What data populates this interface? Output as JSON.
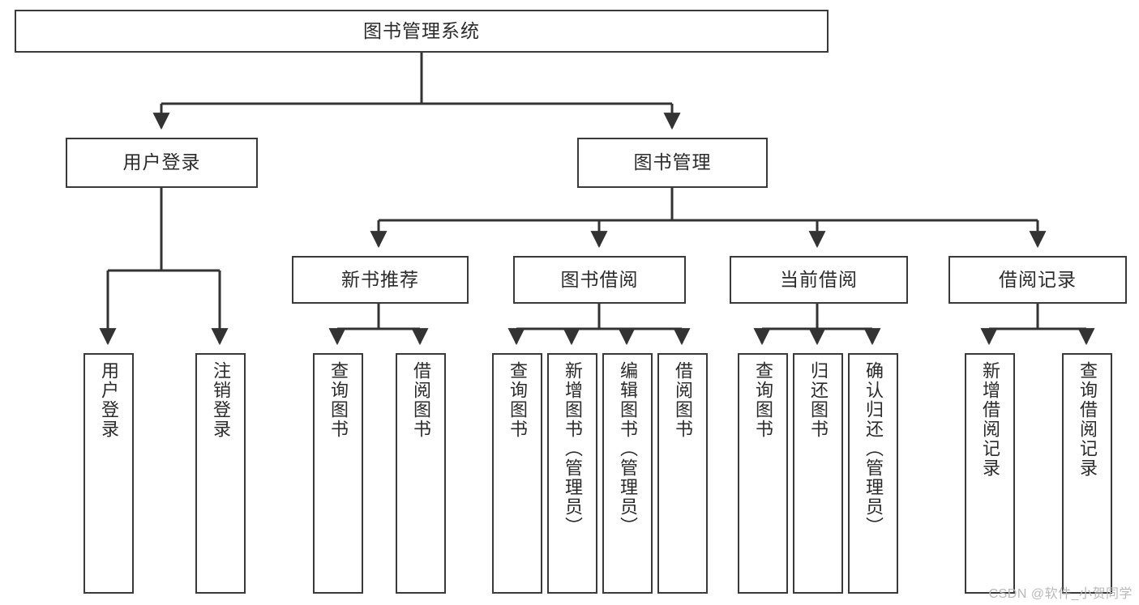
{
  "diagram": {
    "title": "图书管理系统",
    "watermark": "CSDN @软件_小贺同学",
    "colors": {
      "box_stroke": "#3a3a3a",
      "edge_stroke": "#333333",
      "text": "#2b2b2b",
      "background": "#ffffff",
      "watermark": "#b9b9b9"
    },
    "nodes": {
      "root": {
        "label": "图书管理系统"
      },
      "level2": [
        {
          "id": "user-login",
          "label": "用户登录"
        },
        {
          "id": "book-manage",
          "label": "图书管理"
        }
      ],
      "level3": [
        {
          "id": "new-book-recommend",
          "label": "新书推荐"
        },
        {
          "id": "book-borrow",
          "label": "图书借阅"
        },
        {
          "id": "current-borrow",
          "label": "当前借阅"
        },
        {
          "id": "borrow-record",
          "label": "借阅记录"
        }
      ],
      "leaves": [
        {
          "id": "user-login-leaf",
          "label": "用户登录"
        },
        {
          "id": "logout-leaf",
          "label": "注销登录"
        },
        {
          "id": "query-book-1",
          "label": "查询图书"
        },
        {
          "id": "borrow-book-1",
          "label": "借阅图书"
        },
        {
          "id": "query-book-2",
          "label": "查询图书"
        },
        {
          "id": "add-book-admin",
          "label": "新增图书（管理员）"
        },
        {
          "id": "edit-book-admin",
          "label": "编辑图书（管理员）"
        },
        {
          "id": "borrow-book-2",
          "label": "借阅图书"
        },
        {
          "id": "query-book-3",
          "label": "查询图书"
        },
        {
          "id": "return-book",
          "label": "归还图书"
        },
        {
          "id": "confirm-return-admin",
          "label": "确认归还（管理员）"
        },
        {
          "id": "add-borrow-record",
          "label": "新增借阅记录"
        },
        {
          "id": "query-borrow-record",
          "label": "查询借阅记录"
        }
      ]
    }
  }
}
